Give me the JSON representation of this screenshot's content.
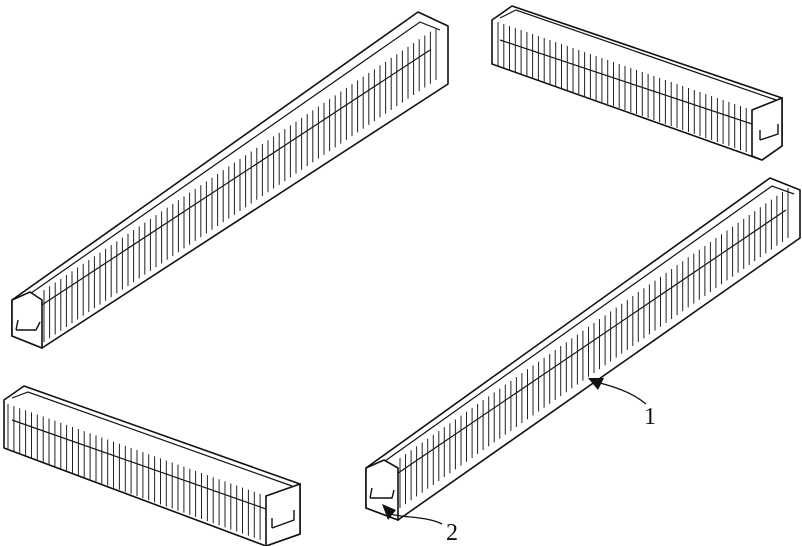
{
  "figure": {
    "parts": [
      {
        "id": "top-left",
        "end": "low-left"
      },
      {
        "id": "top-right",
        "end": "low-right"
      },
      {
        "id": "middle-right",
        "end": "low-left"
      },
      {
        "id": "bottom-left",
        "end": "low-right"
      }
    ],
    "callouts": [
      {
        "label": "1"
      },
      {
        "label": "2"
      }
    ],
    "colors": {
      "line": "#111111",
      "background": "#ffffff"
    }
  }
}
